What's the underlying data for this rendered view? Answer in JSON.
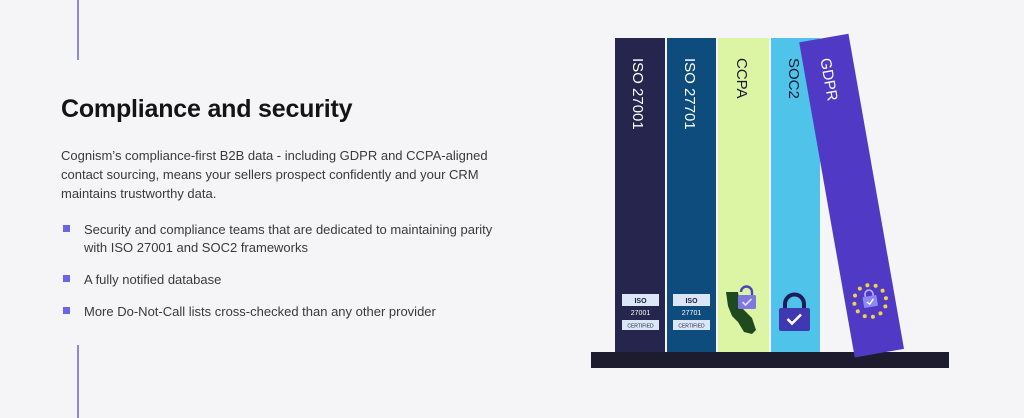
{
  "section": {
    "title": "Compliance and security",
    "intro": "Cognism’s compliance-first B2B data - including GDPR and CCPA-aligned contact sourcing, means your sellers prospect confidently and your CRM maintains trustworthy data.",
    "bullets": [
      "Security and compliance teams that are dedicated to maintaining parity with ISO 27001 and SOC2 frameworks",
      "A fully notified database",
      "More Do-Not-Call lists cross-checked than any other provider"
    ]
  },
  "illustration": {
    "books": [
      {
        "label": "ISO 27001",
        "color": "#25254d",
        "badge": {
          "top": "ISO",
          "number": "27001",
          "bottom": "CERTIFIED"
        }
      },
      {
        "label": "ISO 27701",
        "color": "#0d4c7c",
        "badge": {
          "top": "ISO",
          "number": "27701",
          "bottom": "CERTIFIED"
        }
      },
      {
        "label": "CCPA",
        "color": "#dcf5a4",
        "icon": "california-lock-icon"
      },
      {
        "label": "SOC2",
        "color": "#4fc3ea",
        "icon": "padlock-icon"
      },
      {
        "label": "GDPR",
        "color": "#5039c4",
        "icon": "eu-stars-lock-icon"
      }
    ],
    "shelf_color": "#1c1c2e"
  }
}
